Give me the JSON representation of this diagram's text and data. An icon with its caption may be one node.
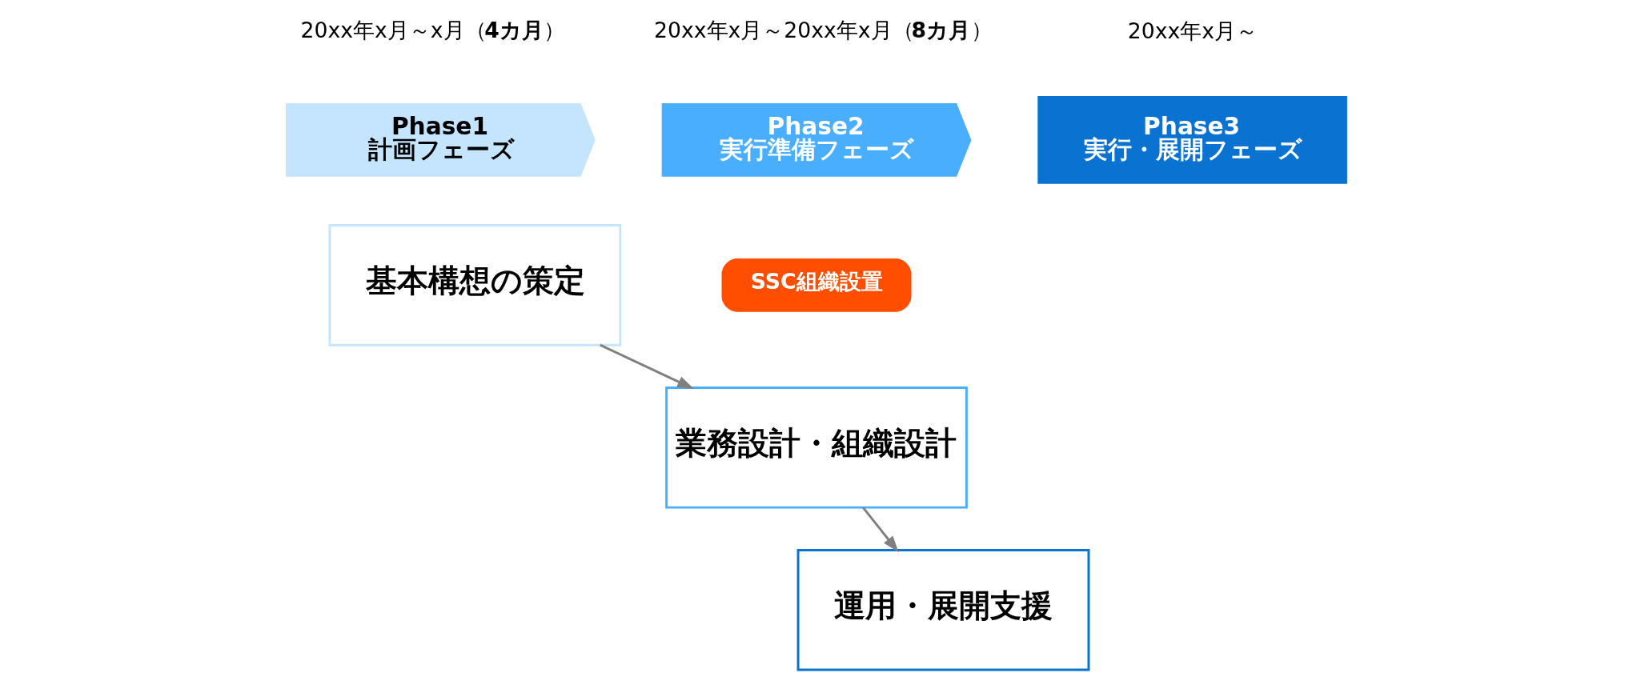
{
  "diagram": {
    "nodes": [
      {
        "text": [
          "Phase1",
          "計画フェーズ"
        ],
        "beside": [
          "20xx年x月～x月（**4カ月**）"
        ]
      },
      {
        "text": [
          "Phase2",
          "実行準備フェーズ"
        ],
        "beside": [
          "20xx年x月～20xx年x月（**8カ月**）"
        ]
      },
      {
        "text": [
          "Phase3",
          "実行・展開フェーズ"
        ],
        "beside": [
          "20xx年x月～"
        ]
      },
      {
        "text": [
          "基本構想の策定"
        ]
      },
      {
        "text": [
          "業務設計・組織設計"
        ]
      },
      {
        "text": [
          "運用・展開支援"
        ]
      },
      {
        "text": [
          "SSC組織設置"
        ]
      }
    ],
    "edges": [
      {
        "from": 3,
        "to": 4,
        "arrow": "to"
      },
      {
        "from": 4,
        "to": 5,
        "arrow": "to"
      }
    ]
  }
}
